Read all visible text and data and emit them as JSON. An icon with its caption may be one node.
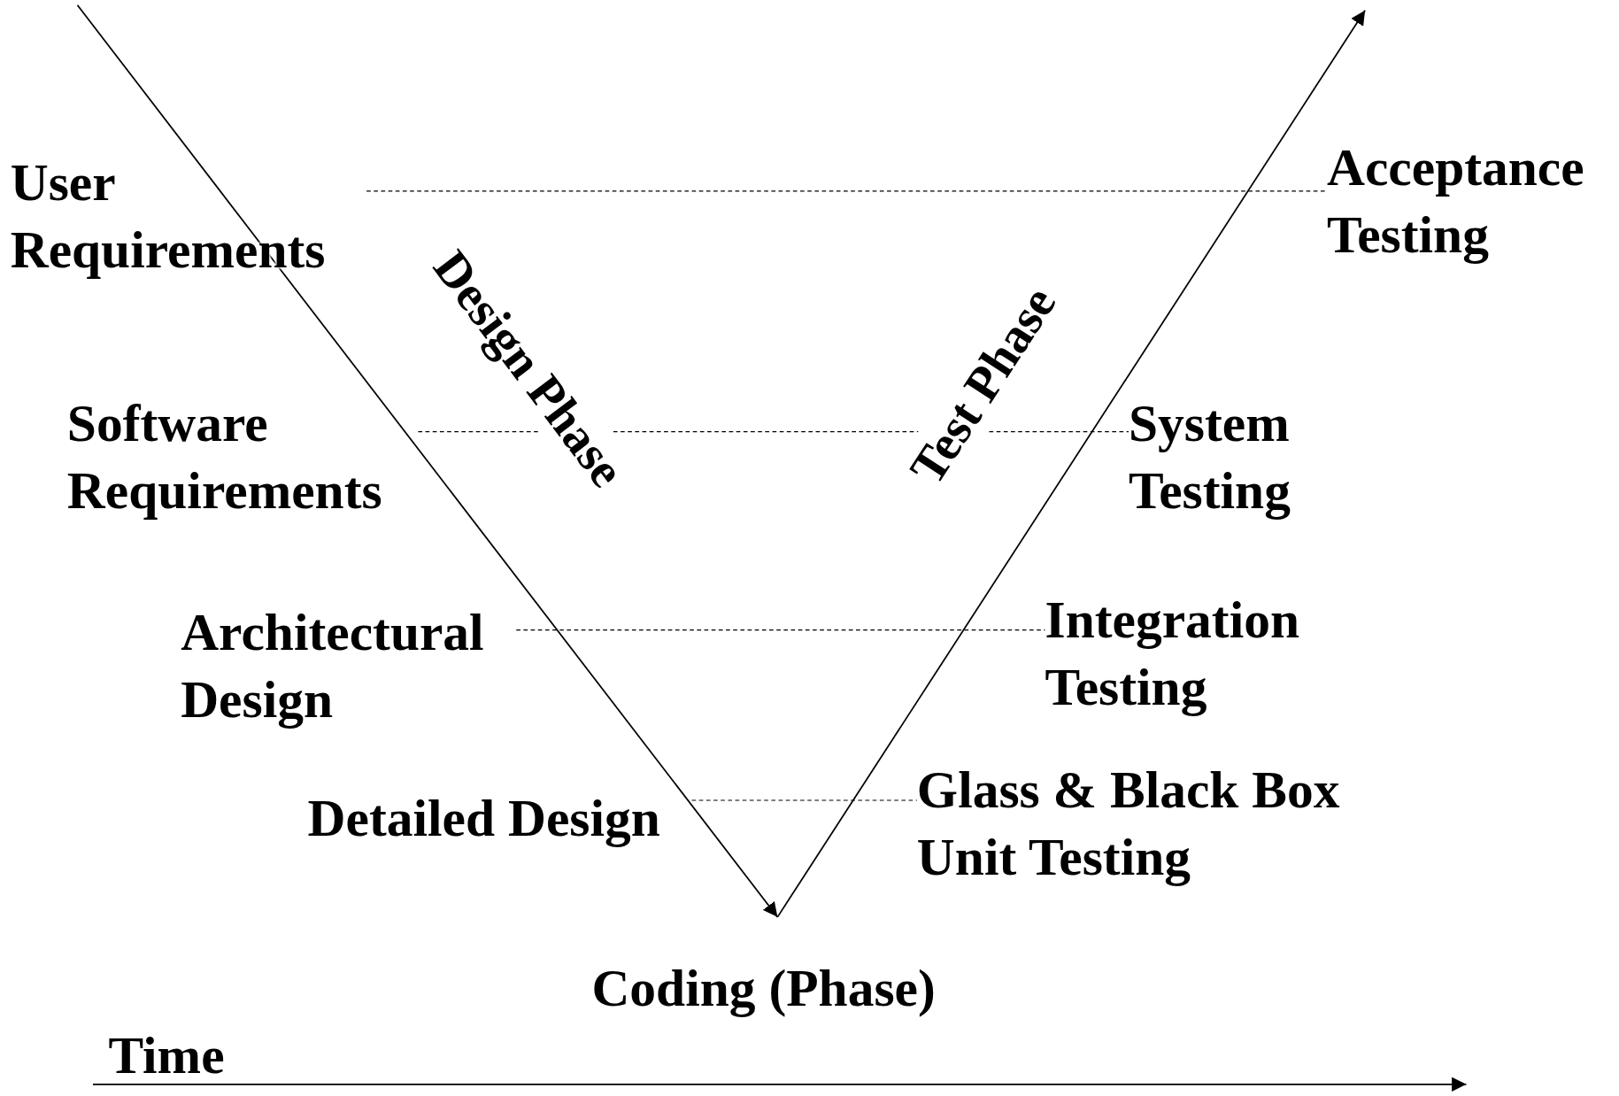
{
  "diagram": {
    "nodes": [
      {
        "text": [
          "User Requirements"
        ]
      },
      {
        "text": [
          "Software Requirements"
        ]
      },
      {
        "text": [
          "Architectural Design"
        ]
      },
      {
        "text": [
          "Detailed Design"
        ]
      },
      {
        "text": [
          "Coding (Phase)"
        ]
      },
      {
        "text": [
          "Acceptance Testing"
        ]
      },
      {
        "text": [
          "System Testing"
        ]
      },
      {
        "text": [
          "Integration Testing"
        ]
      },
      {
        "text": [
          "Glass & Black Box Unit Testing"
        ]
      }
    ],
    "edges": [
      {
        "from": null,
        "to": 4,
        "arrow": "to",
        "label": "Design Phase"
      },
      {
        "from": 4,
        "to": null,
        "arrow": "to",
        "label": "Test Phase"
      },
      {
        "from": 0,
        "to": 5,
        "arrow": "none",
        "style": "dashed"
      },
      {
        "from": 1,
        "to": 6,
        "arrow": "none",
        "style": "dashed"
      },
      {
        "from": 2,
        "to": 7,
        "arrow": "none",
        "style": "dashed"
      },
      {
        "from": 3,
        "to": 8,
        "arrow": "none",
        "style": "dashed"
      }
    ],
    "labels": [
      "Time"
    ]
  }
}
